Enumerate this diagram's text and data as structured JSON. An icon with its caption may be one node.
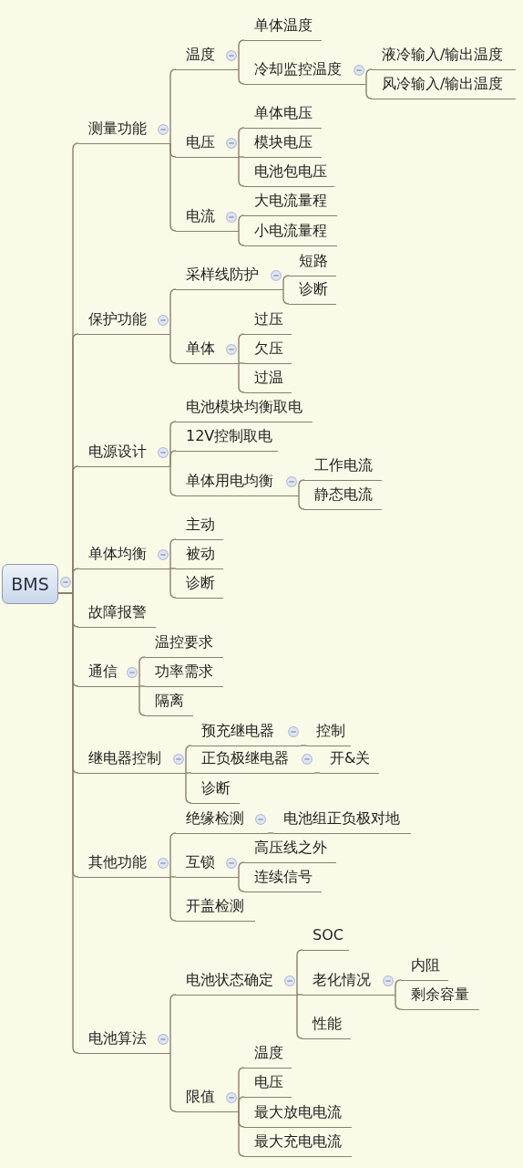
{
  "diagram": {
    "nodes": [
      {
        "text": [
          "BMS"
        ]
      },
      {
        "text": [
          "测量功能"
        ]
      },
      {
        "text": [
          "温度"
        ]
      },
      {
        "text": [
          "单体温度"
        ]
      },
      {
        "text": [
          "冷却监控温度"
        ]
      },
      {
        "text": [
          "液冷输入/输出温度"
        ]
      },
      {
        "text": [
          "风冷输入/输出温度"
        ]
      },
      {
        "text": [
          "电压"
        ]
      },
      {
        "text": [
          "单体电压"
        ]
      },
      {
        "text": [
          "模块电压"
        ]
      },
      {
        "text": [
          "电池包电压"
        ]
      },
      {
        "text": [
          "电流"
        ]
      },
      {
        "text": [
          "大电流量程"
        ]
      },
      {
        "text": [
          "小电流量程"
        ]
      },
      {
        "text": [
          "保护功能"
        ]
      },
      {
        "text": [
          "采样线防护"
        ]
      },
      {
        "text": [
          "短路"
        ]
      },
      {
        "text": [
          "诊断"
        ]
      },
      {
        "text": [
          "单体"
        ]
      },
      {
        "text": [
          "过压"
        ]
      },
      {
        "text": [
          "欠压"
        ]
      },
      {
        "text": [
          "过温"
        ]
      },
      {
        "text": [
          "电源设计"
        ]
      },
      {
        "text": [
          "电池模块均衡取电"
        ]
      },
      {
        "text": [
          "12V控制取电"
        ]
      },
      {
        "text": [
          "单体用电均衡"
        ]
      },
      {
        "text": [
          "工作电流"
        ]
      },
      {
        "text": [
          "静态电流"
        ]
      },
      {
        "text": [
          "单体均衡"
        ]
      },
      {
        "text": [
          "主动"
        ]
      },
      {
        "text": [
          "被动"
        ]
      },
      {
        "text": [
          "诊断"
        ]
      },
      {
        "text": [
          "故障报警"
        ]
      },
      {
        "text": [
          "通信"
        ]
      },
      {
        "text": [
          "温控要求"
        ]
      },
      {
        "text": [
          "功率需求"
        ]
      },
      {
        "text": [
          "隔离"
        ]
      },
      {
        "text": [
          "继电器控制"
        ]
      },
      {
        "text": [
          "预充继电器"
        ]
      },
      {
        "text": [
          "控制"
        ]
      },
      {
        "text": [
          "正负极继电器"
        ]
      },
      {
        "text": [
          "开&关"
        ]
      },
      {
        "text": [
          "诊断"
        ]
      },
      {
        "text": [
          "其他功能"
        ]
      },
      {
        "text": [
          "绝缘检测"
        ]
      },
      {
        "text": [
          "电池组正负极对地"
        ]
      },
      {
        "text": [
          "互锁"
        ]
      },
      {
        "text": [
          "高压线之外"
        ]
      },
      {
        "text": [
          "连续信号"
        ]
      },
      {
        "text": [
          "开盖检测"
        ]
      },
      {
        "text": [
          "电池算法"
        ]
      },
      {
        "text": [
          "电池状态确定"
        ]
      },
      {
        "text": [
          "SOC"
        ]
      },
      {
        "text": [
          "老化情况"
        ]
      },
      {
        "text": [
          "内阻"
        ]
      },
      {
        "text": [
          "剩余容量"
        ]
      },
      {
        "text": [
          "性能"
        ]
      },
      {
        "text": [
          "限值"
        ]
      },
      {
        "text": [
          "温度"
        ]
      },
      {
        "text": [
          "电压"
        ]
      },
      {
        "text": [
          "最大放电电流"
        ]
      },
      {
        "text": [
          "最大充电电流"
        ]
      }
    ],
    "edges": [
      {
        "from": 0,
        "to": 1,
        "arrow": "none"
      },
      {
        "from": 1,
        "to": 2,
        "arrow": "none"
      },
      {
        "from": 2,
        "to": 3,
        "arrow": "none"
      },
      {
        "from": 2,
        "to": 4,
        "arrow": "none"
      },
      {
        "from": 4,
        "to": 5,
        "arrow": "none"
      },
      {
        "from": 4,
        "to": 6,
        "arrow": "none"
      },
      {
        "from": 1,
        "to": 7,
        "arrow": "none"
      },
      {
        "from": 7,
        "to": 8,
        "arrow": "none"
      },
      {
        "from": 7,
        "to": 9,
        "arrow": "none"
      },
      {
        "from": 7,
        "to": 10,
        "arrow": "none"
      },
      {
        "from": 1,
        "to": 11,
        "arrow": "none"
      },
      {
        "from": 11,
        "to": 12,
        "arrow": "none"
      },
      {
        "from": 11,
        "to": 13,
        "arrow": "none"
      },
      {
        "from": 0,
        "to": 14,
        "arrow": "none"
      },
      {
        "from": 14,
        "to": 15,
        "arrow": "none"
      },
      {
        "from": 15,
        "to": 16,
        "arrow": "none"
      },
      {
        "from": 15,
        "to": 17,
        "arrow": "none"
      },
      {
        "from": 14,
        "to": 18,
        "arrow": "none"
      },
      {
        "from": 18,
        "to": 19,
        "arrow": "none"
      },
      {
        "from": 18,
        "to": 20,
        "arrow": "none"
      },
      {
        "from": 18,
        "to": 21,
        "arrow": "none"
      },
      {
        "from": 0,
        "to": 22,
        "arrow": "none"
      },
      {
        "from": 22,
        "to": 23,
        "arrow": "none"
      },
      {
        "from": 22,
        "to": 24,
        "arrow": "none"
      },
      {
        "from": 22,
        "to": 25,
        "arrow": "none"
      },
      {
        "from": 25,
        "to": 26,
        "arrow": "none"
      },
      {
        "from": 25,
        "to": 27,
        "arrow": "none"
      },
      {
        "from": 0,
        "to": 28,
        "arrow": "none"
      },
      {
        "from": 28,
        "to": 29,
        "arrow": "none"
      },
      {
        "from": 28,
        "to": 30,
        "arrow": "none"
      },
      {
        "from": 28,
        "to": 31,
        "arrow": "none"
      },
      {
        "from": 0,
        "to": 32,
        "arrow": "none"
      },
      {
        "from": 0,
        "to": 33,
        "arrow": "none"
      },
      {
        "from": 33,
        "to": 34,
        "arrow": "none"
      },
      {
        "from": 33,
        "to": 35,
        "arrow": "none"
      },
      {
        "from": 33,
        "to": 36,
        "arrow": "none"
      },
      {
        "from": 0,
        "to": 37,
        "arrow": "none"
      },
      {
        "from": 37,
        "to": 38,
        "arrow": "none"
      },
      {
        "from": 38,
        "to": 39,
        "arrow": "none"
      },
      {
        "from": 37,
        "to": 40,
        "arrow": "none"
      },
      {
        "from": 40,
        "to": 41,
        "arrow": "none"
      },
      {
        "from": 37,
        "to": 42,
        "arrow": "none"
      },
      {
        "from": 0,
        "to": 43,
        "arrow": "none"
      },
      {
        "from": 43,
        "to": 44,
        "arrow": "none"
      },
      {
        "from": 44,
        "to": 45,
        "arrow": "none"
      },
      {
        "from": 43,
        "to": 46,
        "arrow": "none"
      },
      {
        "from": 46,
        "to": 47,
        "arrow": "none"
      },
      {
        "from": 46,
        "to": 48,
        "arrow": "none"
      },
      {
        "from": 43,
        "to": 49,
        "arrow": "none"
      },
      {
        "from": 0,
        "to": 50,
        "arrow": "none"
      },
      {
        "from": 50,
        "to": 51,
        "arrow": "none"
      },
      {
        "from": 51,
        "to": 52,
        "arrow": "none"
      },
      {
        "from": 51,
        "to": 53,
        "arrow": "none"
      },
      {
        "from": 53,
        "to": 54,
        "arrow": "none"
      },
      {
        "from": 53,
        "to": 55,
        "arrow": "none"
      },
      {
        "from": 51,
        "to": 56,
        "arrow": "none"
      },
      {
        "from": 50,
        "to": 57,
        "arrow": "none"
      },
      {
        "from": 57,
        "to": 58,
        "arrow": "none"
      },
      {
        "from": 57,
        "to": 59,
        "arrow": "none"
      },
      {
        "from": 57,
        "to": 60,
        "arrow": "none"
      },
      {
        "from": 57,
        "to": 61,
        "arrow": "none"
      }
    ]
  }
}
